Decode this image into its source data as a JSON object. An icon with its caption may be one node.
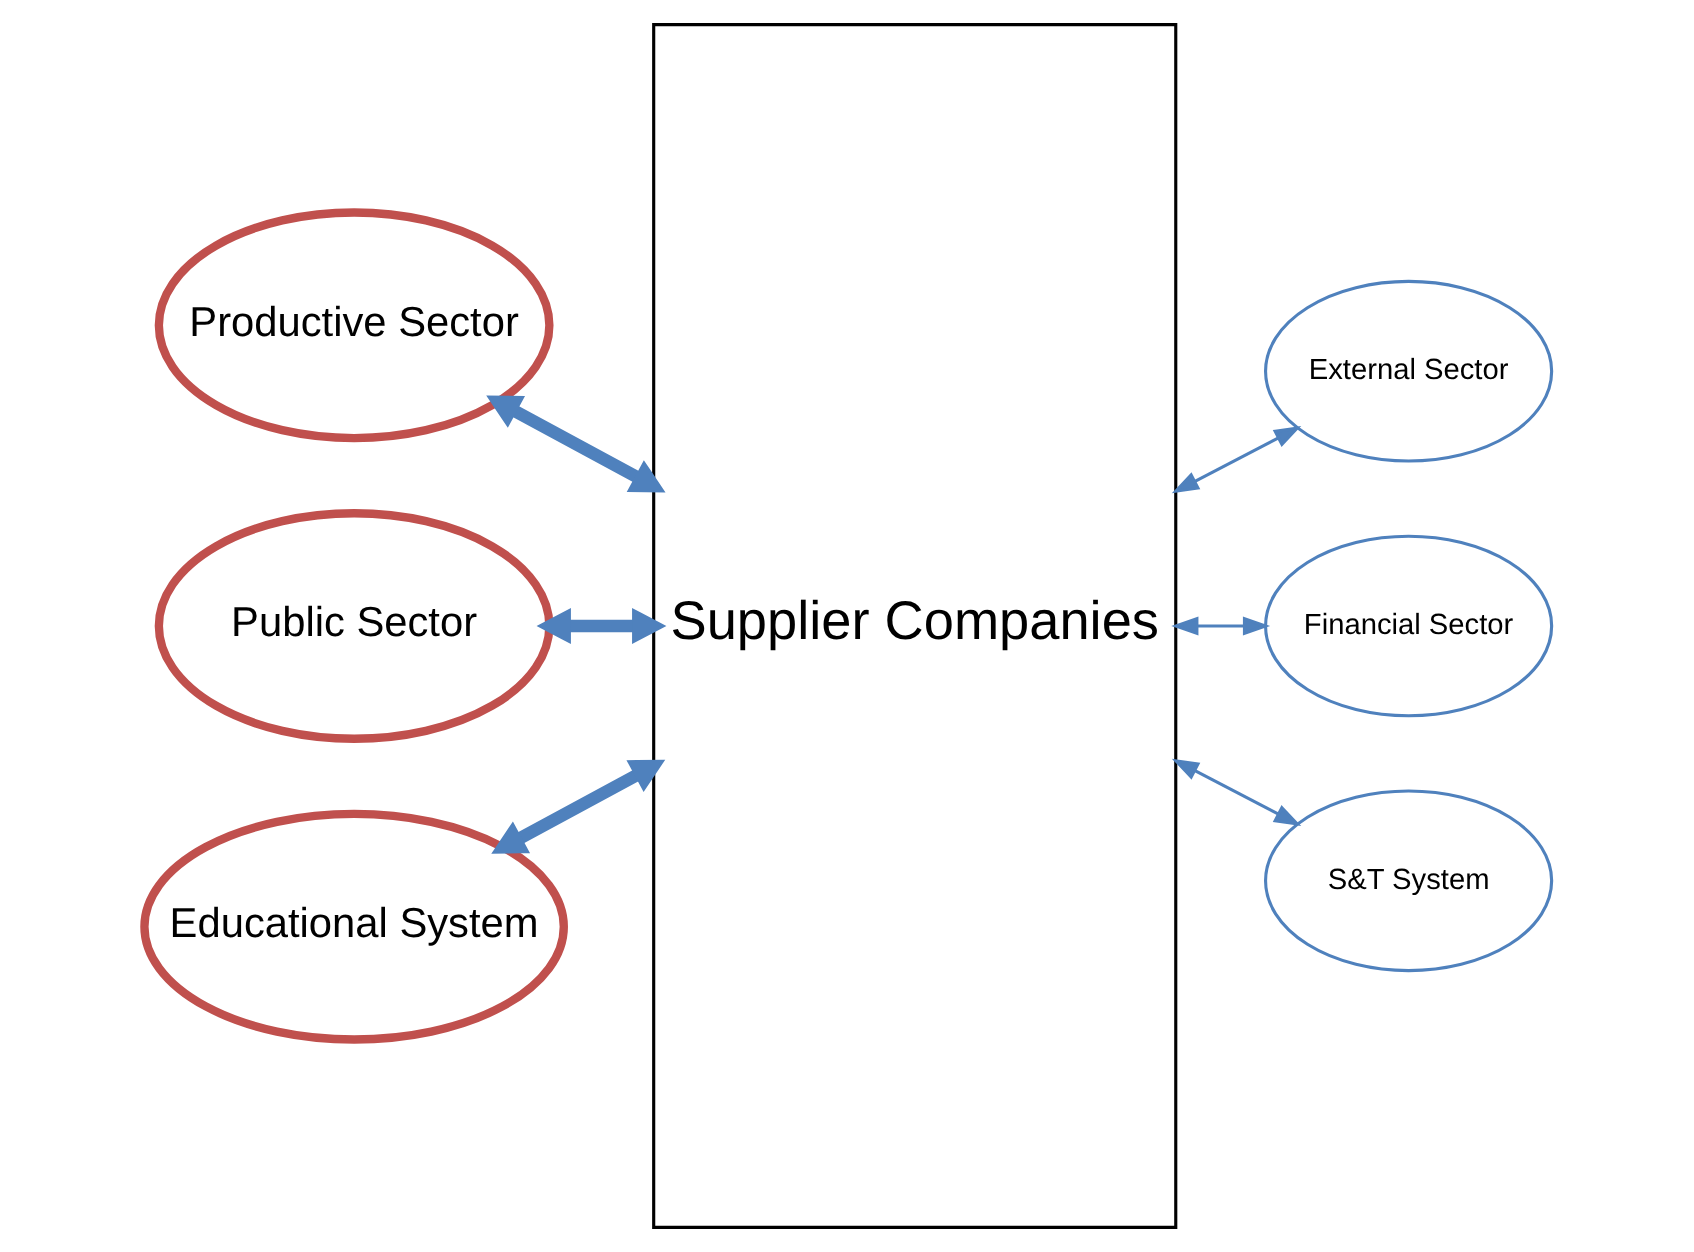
{
  "diagram": {
    "nodes": [
      {
        "text": [
          "Productive Sector"
        ]
      },
      {
        "text": [
          "Public Sector"
        ]
      },
      {
        "text": [
          "Educational System"
        ]
      },
      {
        "text": [
          "Supplier Companies"
        ]
      },
      {
        "text": [
          "External Sector"
        ]
      },
      {
        "text": [
          "Financial Sector"
        ]
      },
      {
        "text": [
          "S&T System"
        ]
      }
    ],
    "edges": [
      {
        "from": 0,
        "to": 3,
        "arrow": "both",
        "style": "thick"
      },
      {
        "from": 1,
        "to": 3,
        "arrow": "both",
        "style": "thick"
      },
      {
        "from": 2,
        "to": 3,
        "arrow": "both",
        "style": "thick"
      },
      {
        "from": 3,
        "to": 4,
        "arrow": "both"
      },
      {
        "from": 3,
        "to": 5,
        "arrow": "both"
      },
      {
        "from": 3,
        "to": 6,
        "arrow": "both"
      }
    ]
  }
}
